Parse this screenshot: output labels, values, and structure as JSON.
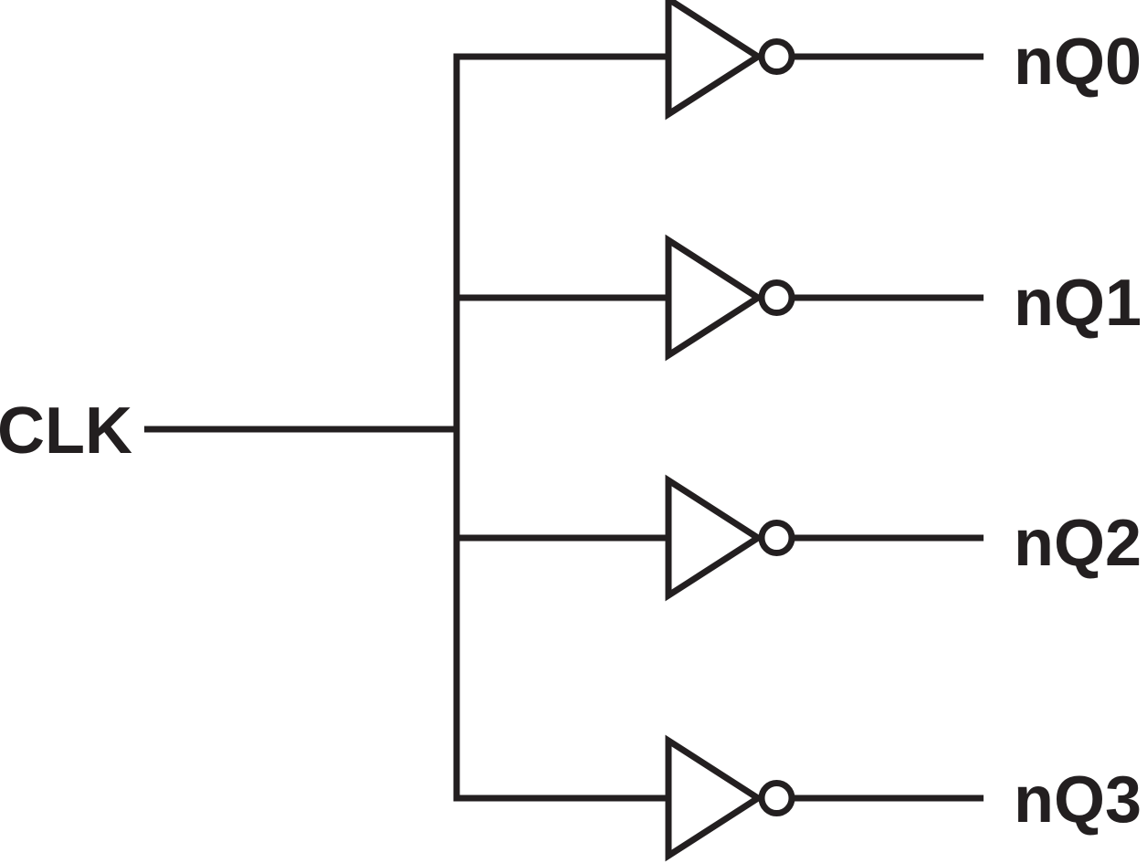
{
  "schematic": {
    "kind": "clock-fanout-inverter-tree",
    "gate_type": "inverter",
    "gate_count": 4,
    "input_label": "CLK",
    "outputs": [
      {
        "label": "nQ0"
      },
      {
        "label": "nQ1"
      },
      {
        "label": "nQ2"
      },
      {
        "label": "nQ3"
      }
    ],
    "colors": {
      "line": "#231f20",
      "background": "#ffffff"
    }
  }
}
